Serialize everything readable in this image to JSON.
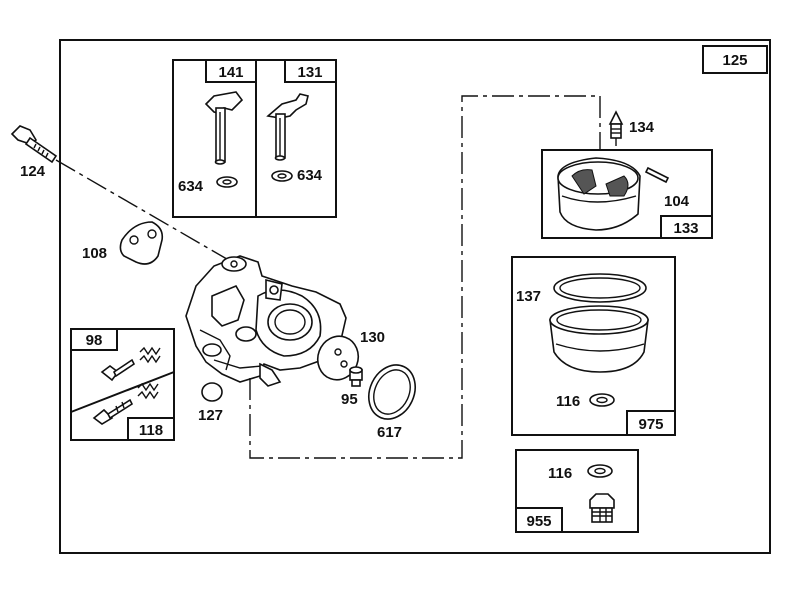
{
  "labels": {
    "main": "125",
    "insert_141": "141",
    "insert_131": "131",
    "insert_634_left": "634",
    "insert_634_right": "634",
    "bolt": "124",
    "gasket_plate": "108",
    "float_needle": "134",
    "float": "133",
    "float_pin": "104",
    "bowl": "975",
    "bowl_gasket": "137",
    "bowl_washer": "116",
    "jet_kit": "955",
    "jet_washer": "116",
    "screw_kit_98": "98",
    "screw_kit_118": "118",
    "plug": "127",
    "diaphragm": "130",
    "jet": "95",
    "o_ring": "617"
  }
}
